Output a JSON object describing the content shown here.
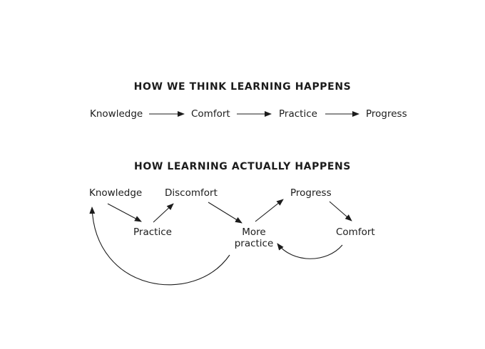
{
  "section1": {
    "title": "HOW WE THINK LEARNING HAPPENS",
    "nodes": [
      "Knowledge",
      "Comfort",
      "Practice",
      "Progress"
    ]
  },
  "section2": {
    "title": "HOW LEARNING ACTUALLY HAPPENS",
    "nodes": {
      "knowledge": "Knowledge",
      "discomfort": "Discomfort",
      "progress": "Progress",
      "practice": "Practice",
      "more_practice_line1": "More",
      "more_practice_line2": "practice",
      "comfort": "Comfort"
    }
  },
  "colors": {
    "ink": "#1c1c1c"
  }
}
